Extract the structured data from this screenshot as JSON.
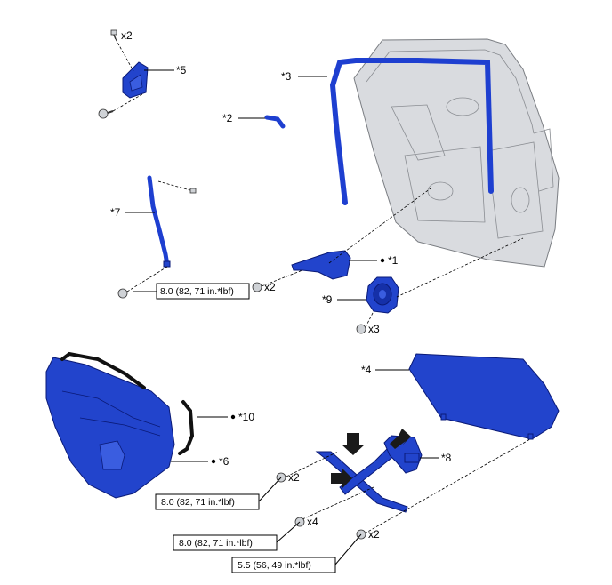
{
  "labels": {
    "p1": "*1",
    "p2": "*2",
    "p3": "*3",
    "p4": "*4",
    "p5": "*5",
    "p6": "*6",
    "p7": "*7",
    "p8": "*8",
    "p9": "*9",
    "p10": "*10"
  },
  "quantities": {
    "q_top": "x2",
    "q_mid": "x2",
    "q_speaker": "x3",
    "q_reg1": "x2",
    "q_reg2": "x4",
    "q_reg3": "x2"
  },
  "torques": {
    "t_left": "8.0 (82, 71 in.*lbf)",
    "t_reg1": "8.0 (82, 71 in.*lbf)",
    "t_reg2": "8.0 (82, 71 in.*lbf)",
    "t_reg3": "5.5 (56, 49 in.*lbf)"
  },
  "colors": {
    "part_blue": "#2244cc",
    "door_gray": "#d9dbdf"
  }
}
